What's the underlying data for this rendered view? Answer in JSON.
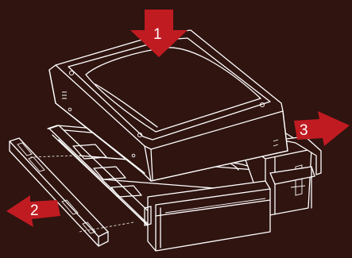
{
  "steps": [
    {
      "number": "1",
      "direction": "down"
    },
    {
      "number": "2",
      "direction": "left"
    },
    {
      "number": "3",
      "direction": "right"
    }
  ],
  "colors": {
    "background": "#2f1410",
    "arrow": "#c11b22",
    "lines": "#ffffff"
  }
}
